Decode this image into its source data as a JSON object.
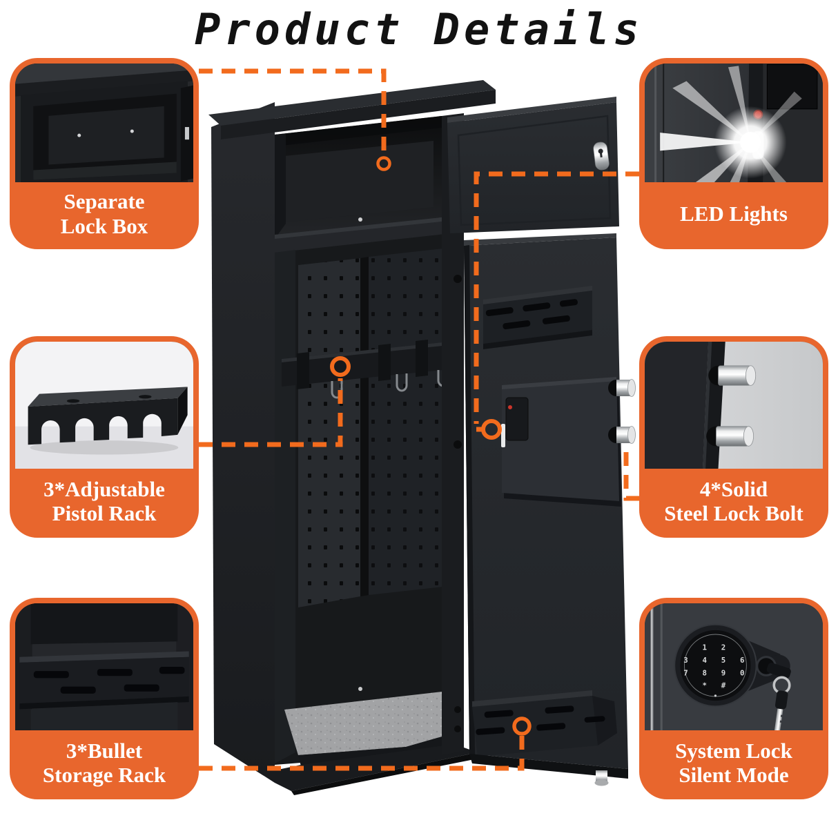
{
  "title": "Product Details",
  "colors": {
    "accent_orange": "#E8662D",
    "connector_orange": "#F26B1D",
    "label_text": "#FFFFFF",
    "background": "#FFFFFF"
  },
  "callouts": [
    {
      "id": "separate-lock-box",
      "lines": [
        "Separate",
        "Lock Box"
      ]
    },
    {
      "id": "led-lights",
      "lines": [
        "LED Lights"
      ]
    },
    {
      "id": "adjustable-pistol-rack",
      "lines": [
        "3*Adjustable",
        "Pistol Rack"
      ]
    },
    {
      "id": "solid-steel-lock-bolt",
      "lines": [
        "4*Solid",
        "Steel Lock Bolt"
      ]
    },
    {
      "id": "bullet-storage-rack",
      "lines": [
        "3*Bullet",
        "Storage Rack"
      ]
    },
    {
      "id": "system-lock-silent-mode",
      "lines": [
        "System Lock",
        "Silent Mode"
      ]
    }
  ],
  "keypad": {
    "rows": [
      "1 2",
      "3 4 5 6",
      "7 8 9 0",
      "* #"
    ]
  }
}
